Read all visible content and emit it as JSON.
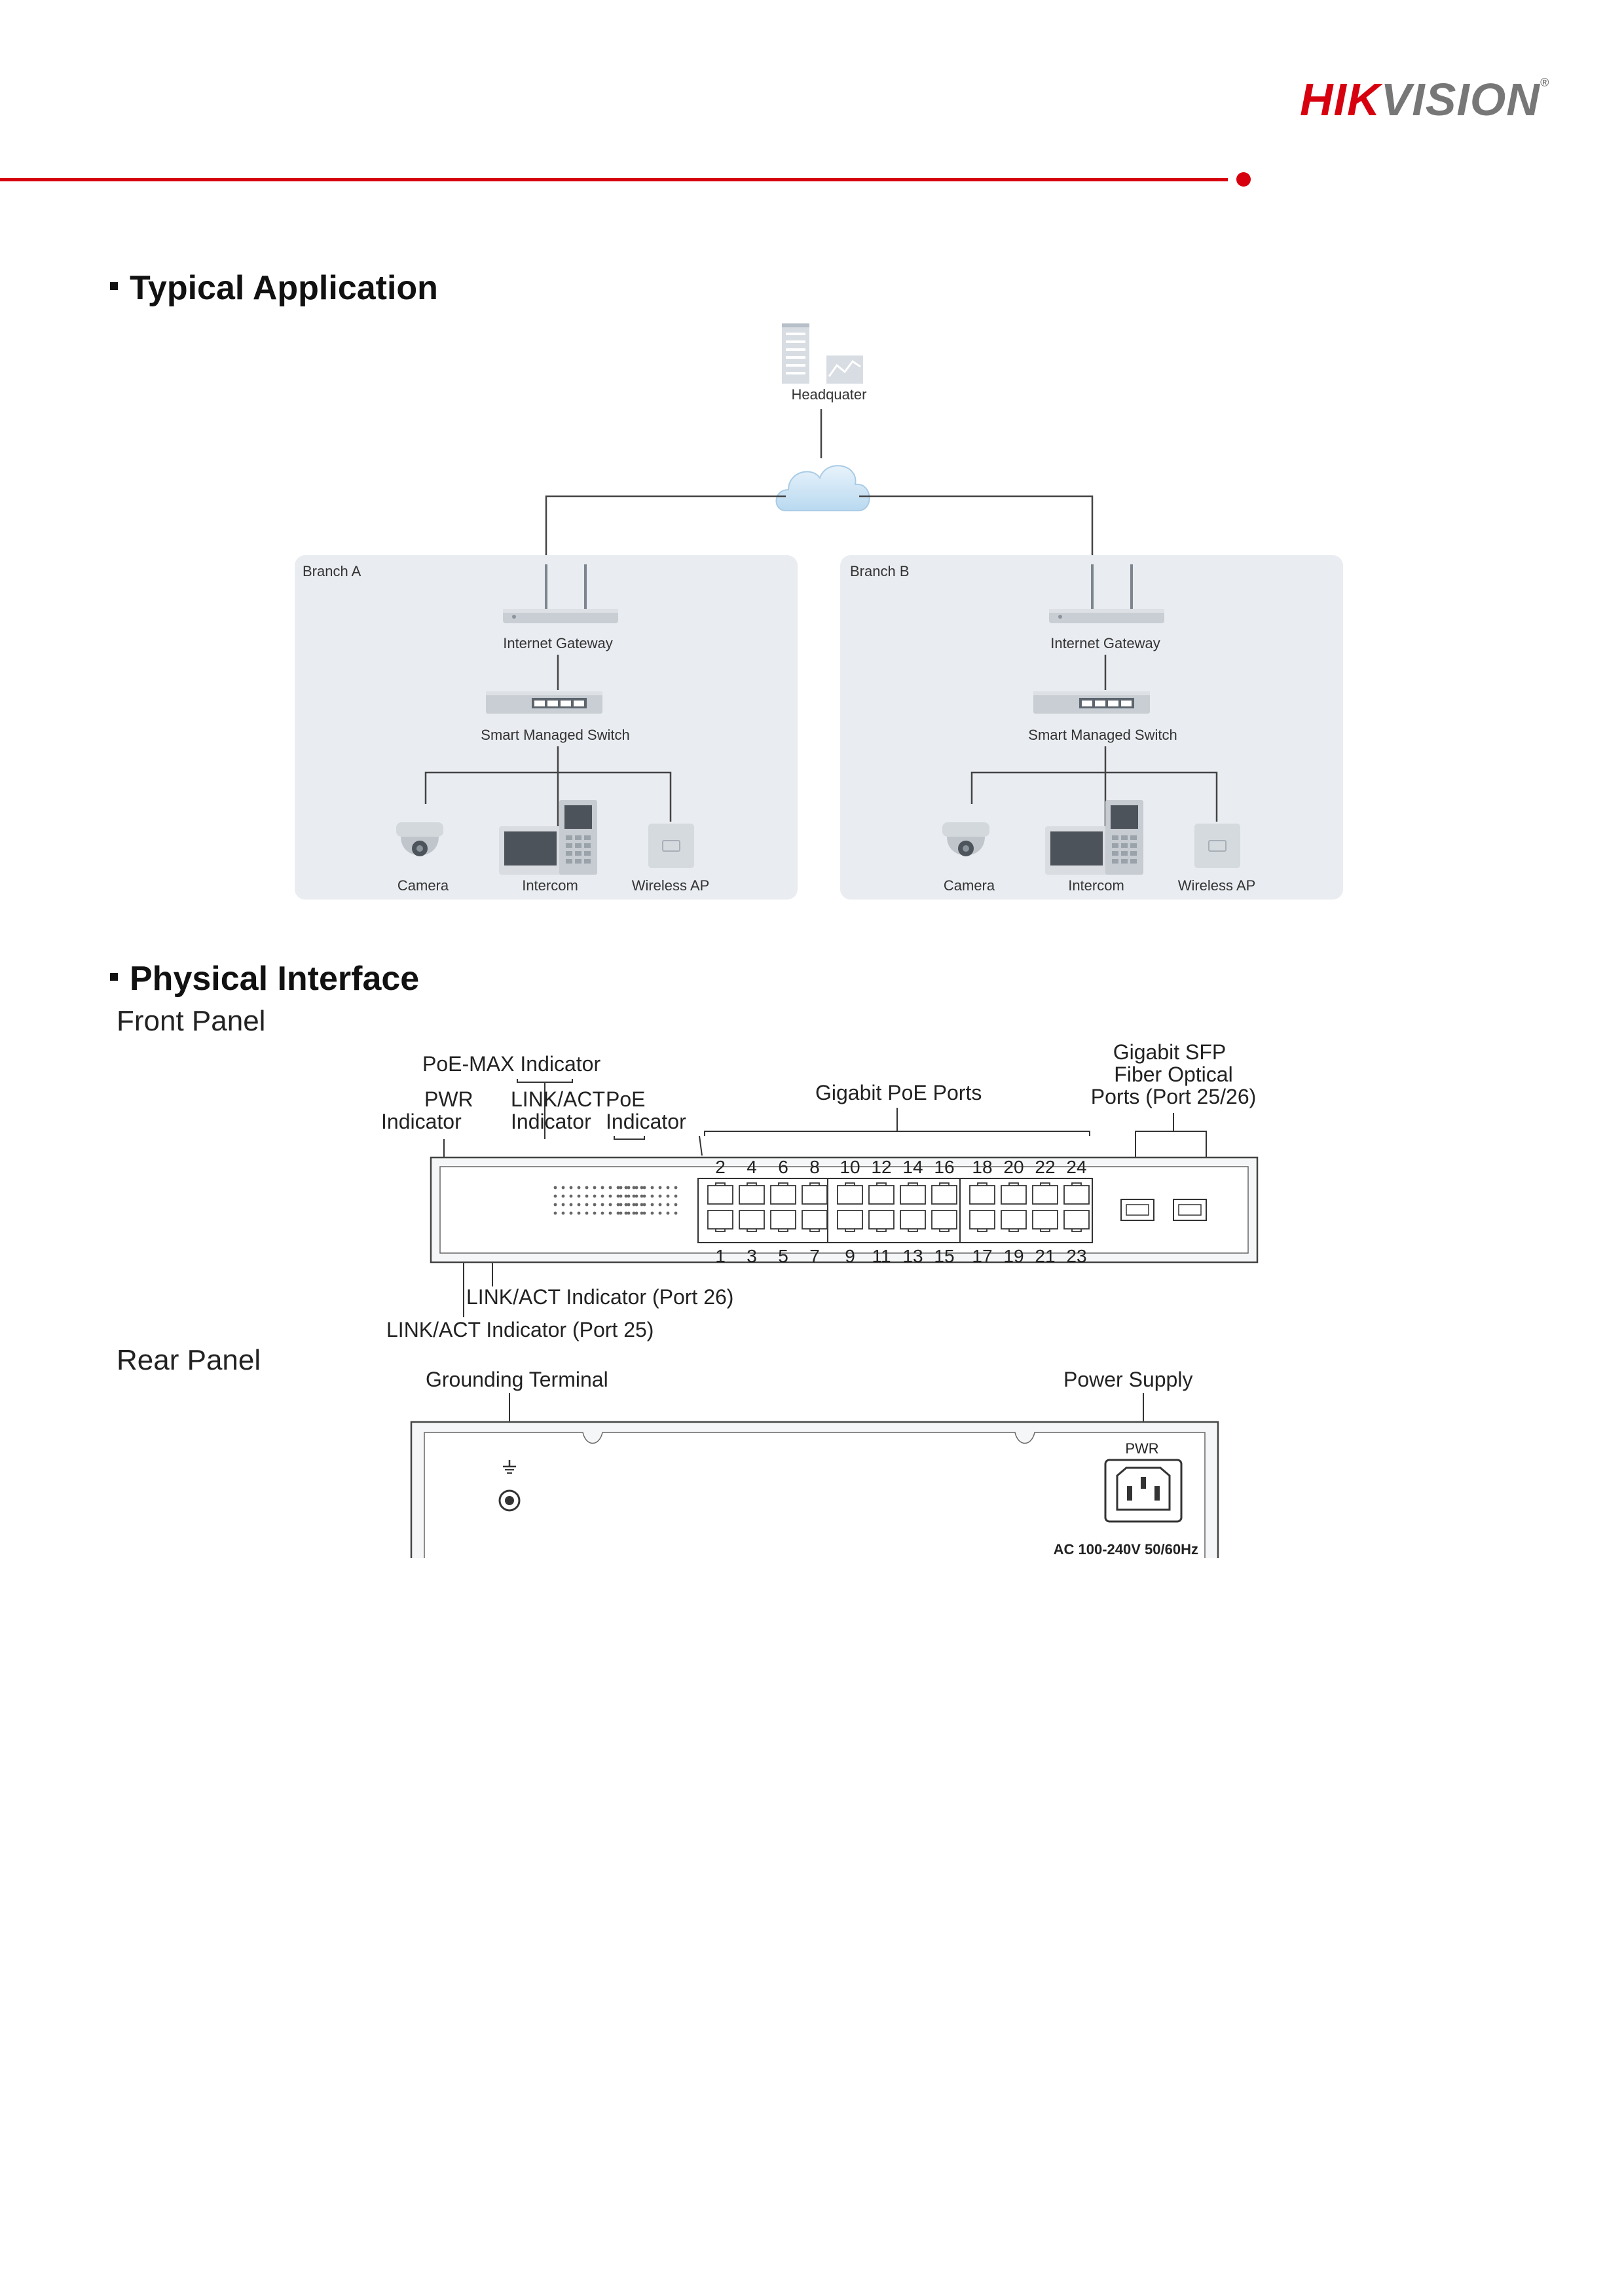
{
  "header": {
    "brand_red": "HIK",
    "brand_grey": "VISION",
    "brand_reg": "®",
    "accent_color": "#d7000f"
  },
  "typical_application": {
    "heading": "Typical Application",
    "headquarter_label": "Headquater",
    "branches": [
      {
        "name": "Branch A",
        "gateway": "Internet Gateway",
        "switch": "Smart Managed Switch",
        "devices": [
          "Camera",
          "Intercom",
          "Wireless AP"
        ]
      },
      {
        "name": "Branch B",
        "gateway": "Internet Gateway",
        "switch": "Smart Managed Switch",
        "devices": [
          "Camera",
          "Intercom",
          "Wireless AP"
        ]
      }
    ]
  },
  "physical_interface": {
    "heading": "Physical Interface",
    "front_panel": {
      "title": "Front Panel",
      "callouts": {
        "poe_max": "PoE-MAX Indicator",
        "pwr_line1": "PWR",
        "pwr_line2": "Indicator",
        "linkact_line1": "LINK/ACT",
        "linkact_line2": "Indicator",
        "poe_line1": "PoE",
        "poe_line2": "Indicator",
        "gigabit_poe": "Gigabit PoE Ports",
        "sfp_line1": "Gigabit SFP",
        "sfp_line2": "Fiber Optical",
        "sfp_line3": "Ports (Port 25/26)",
        "port26": "LINK/ACT Indicator (Port 26)",
        "port25": "LINK/ACT Indicator (Port 25)"
      },
      "top_port_numbers": [
        "2",
        "4",
        "6",
        "8",
        "10",
        "12",
        "14",
        "16",
        "18",
        "20",
        "22",
        "24"
      ],
      "bottom_port_numbers": [
        "1",
        "3",
        "5",
        "7",
        "9",
        "11",
        "13",
        "15",
        "17",
        "19",
        "21",
        "23"
      ]
    },
    "rear_panel": {
      "title": "Rear Panel",
      "grounding": "Grounding Terminal",
      "power_supply": "Power Supply",
      "pwr_label": "PWR",
      "rating": "AC 100-240V 50/60Hz"
    }
  }
}
